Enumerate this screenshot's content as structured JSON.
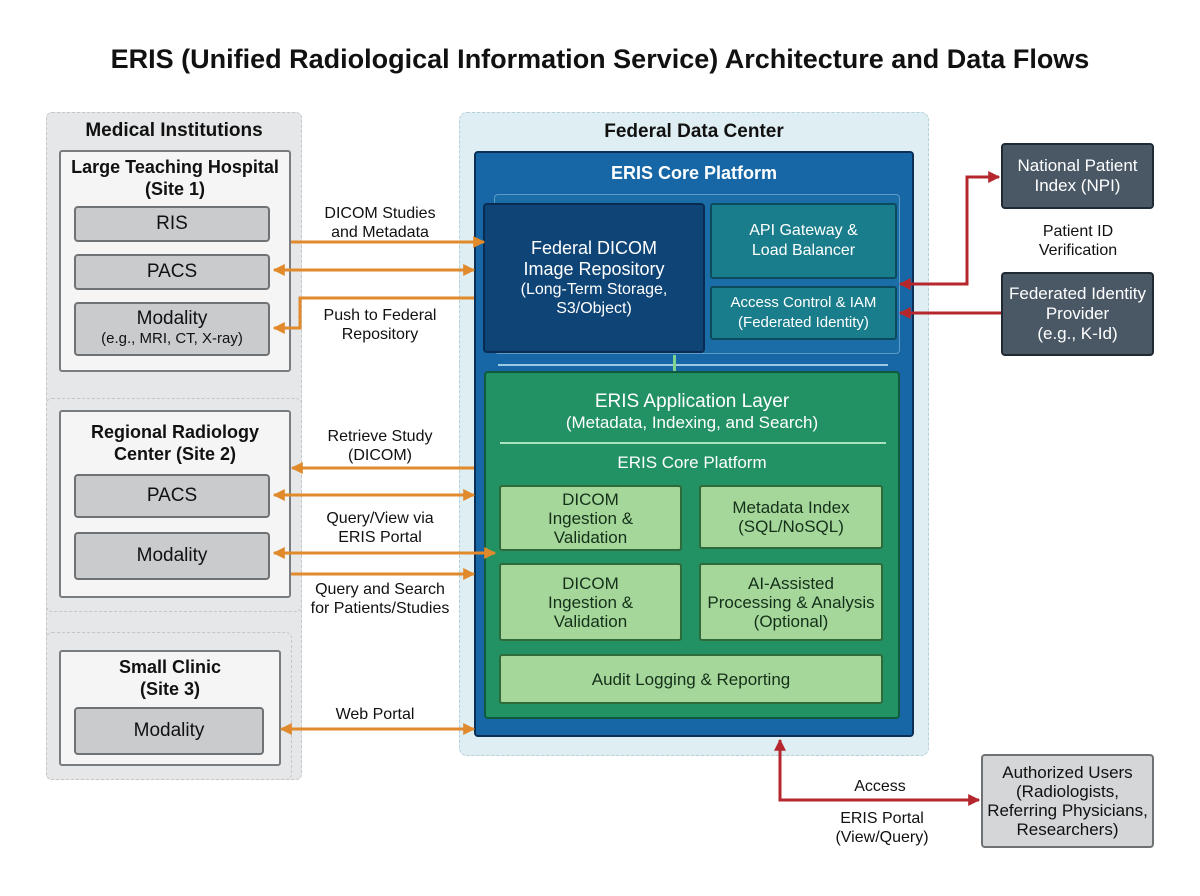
{
  "title": "ERIS (Unified Radiological Information Service) Architecture and Data Flows",
  "medical_institutions": {
    "label": "Medical Institutions",
    "site1": {
      "label": "Large Teaching Hospital\n(Site 1)",
      "ris": "RIS",
      "pacs": "PACS",
      "modality": "Modality",
      "modality_sub": "(e.g., MRI, CT, X-ray)"
    },
    "site2": {
      "label": "Regional Radiology\nCenter (Site 2)",
      "pacs": "PACS",
      "modality": "Modality"
    },
    "site3": {
      "label": "Small Clinic\n(Site 3)",
      "modality": "Modality"
    }
  },
  "flows": {
    "dicom_studies": "DICOM Studies\nand Metadata",
    "push_federal": "Push to Federal\nRepository",
    "retrieve_study": "Retrieve Study\n(DICOM)",
    "query_view": "Query/View via\nERIS Portal",
    "query_search": "Query and Search\nfor Patients/Studies",
    "web_portal": "Web Portal",
    "patient_id": "Patient ID\nVerification",
    "access": "Access",
    "eris_portal": "ERIS Portal\n(View/Query)"
  },
  "federal_data_center": {
    "label": "Federal Data Center",
    "core_label": "ERIS Core Platform",
    "dicom_repo": "Federal DICOM\nImage Repository",
    "dicom_repo_sub": "(Long-Term Storage,\nS3/Object)",
    "api_gateway": "API Gateway &\nLoad Balancer",
    "access_control": "Access Control & IAM\n(Federated Identity)",
    "app_layer": "ERIS Application Layer",
    "app_layer_sub": "(Metadata, Indexing, and Search)",
    "app_core": "ERIS Core Platform",
    "ingestion1": "DICOM\nIngestion &\nValidation",
    "metadata_index": "Metadata Index\n(SQL/NoSQL)",
    "ingestion2": "DICOM\nIngestion &\nValidation",
    "ai": "AI-Assisted\nProcessing & Analysis\n(Optional)",
    "audit": "Audit Logging & Reporting"
  },
  "external": {
    "npi": "National Patient\nIndex (NPI)",
    "idp": "Federated Identity\nProvider\n(e.g., K-Id)",
    "users": "Authorized Users\n(Radiologists,\nReferring Physicians,\nResearchers)"
  },
  "colors": {
    "orange_arrow": "#e08a2c",
    "red_arrow": "#b5272d",
    "core_blue": "#1767a6",
    "app_green": "#229265"
  }
}
